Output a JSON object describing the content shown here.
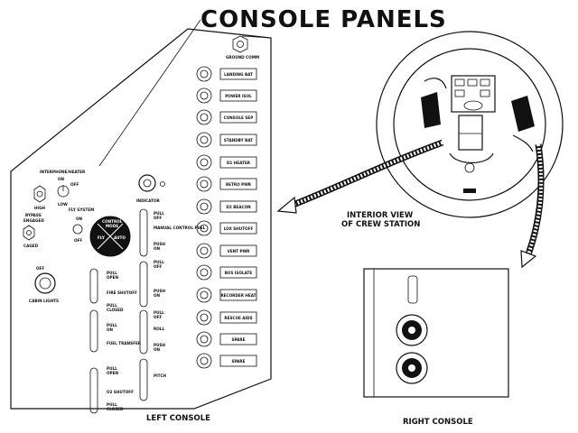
{
  "title": "CONSOLE PANELS",
  "captions": {
    "left_console": "LEFT CONSOLE",
    "right_console": "RIGHT CONSOLE",
    "interior_view_1": "INTERIOR VIEW",
    "interior_view_2": "OF CREW STATION"
  },
  "upper_switch_label": "GROUND COMM",
  "circuit_breakers": [
    "LANDING BAT",
    "POWER ISOL",
    "CONSOLE SEP",
    "STANDBY BAT",
    "D1 HEATER",
    "RETRO PWR",
    "D2 BEACON",
    "LOX SHUTOFF",
    "VENT PWR",
    "BUS ISOLATE",
    "RECORDER HEAT",
    "RESCUE AIDS",
    "SPARE",
    "SPARE"
  ],
  "left_panel": {
    "heater_title": "INTERPHONE/HEATER",
    "heater_options": [
      "HIGH",
      "ON",
      "OFF",
      "LOW"
    ],
    "indicator_label": "INDICATOR",
    "fly_system_title": "FLY SYSTEM",
    "fly_system_options": [
      "ON",
      "OFF"
    ],
    "bypass_title": "BYPASS",
    "bypass_options": [
      "ENGAGED",
      "CAGED"
    ],
    "knob_labels": [
      "CONTROL",
      "MODE",
      "FLY",
      "AUTO"
    ],
    "cabin_lights": "CABIN LIGHTS",
    "cabin_lights_option": "OFF",
    "handles_left": [
      [
        "PULL",
        "OPEN"
      ],
      [
        "PULL",
        "CLOSED"
      ],
      [
        "PULL",
        "ON"
      ],
      [
        "PULL",
        "OPEN"
      ],
      [
        "PULL",
        "CLOSED"
      ]
    ],
    "handles_left_names": [
      "FIRE SHUTOFF",
      "FUEL TRANSFER",
      "O2 SHUTOFF"
    ],
    "handles_right": [
      [
        "PULL",
        "OFF"
      ],
      [
        "PUSH",
        "ON"
      ],
      [
        "PULL",
        "OFF"
      ],
      [
        "PUSH",
        "ON"
      ],
      [
        "PULL",
        "OFF"
      ],
      [
        "PUSH",
        "ON"
      ]
    ],
    "handles_right_names": [
      "MANUAL CONTROL FUEL",
      "ROLL",
      "PITCH"
    ]
  }
}
